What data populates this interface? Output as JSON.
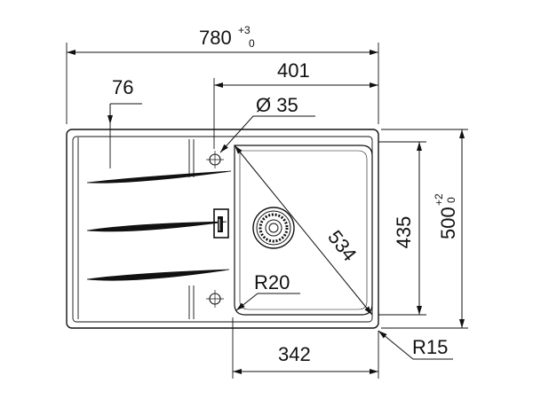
{
  "dimensions": {
    "overall_width": {
      "value": "780",
      "tol_upper": "+3",
      "tol_lower": "0"
    },
    "bowl_offset": "401",
    "drain_offset": "76",
    "tap_hole_diameter": "Ø 35",
    "bowl_diagonal": "534",
    "bowl_height": "435",
    "overall_depth": {
      "value": "500",
      "tol_upper": "+2",
      "tol_lower": "0"
    },
    "inner_radius": "R20",
    "bowl_width": "342",
    "outer_radius": "R15"
  }
}
